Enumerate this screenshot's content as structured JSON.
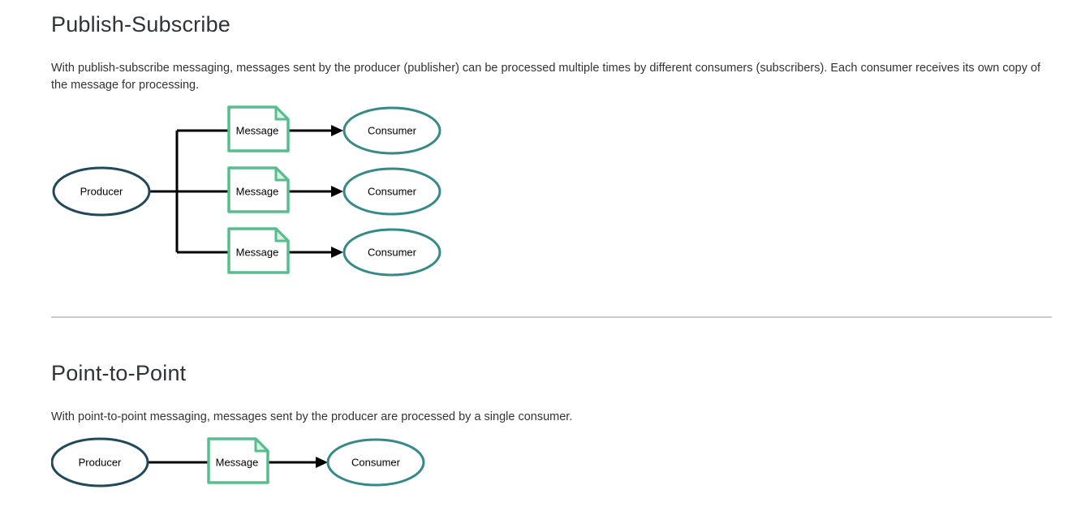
{
  "sections": [
    {
      "id": "publish-subscribe",
      "heading": "Publish-Subscribe",
      "paragraph": "With publish-subscribe messaging, messages sent by the producer (publisher) can be processed multiple times by different consumers (subscribers). Each consumer receives its own copy of the message for processing.",
      "diagram": {
        "producer_label": "Producer",
        "message_labels": [
          "Message",
          "Message",
          "Message"
        ],
        "consumer_labels": [
          "Consumer",
          "Consumer",
          "Consumer"
        ]
      }
    },
    {
      "id": "point-to-point",
      "heading": "Point-to-Point",
      "paragraph": "With point-to-point messaging, messages sent by the producer are processed by a single consumer.",
      "diagram": {
        "producer_label": "Producer",
        "message_labels": [
          "Message"
        ],
        "consumer_labels": [
          "Consumer"
        ]
      }
    }
  ],
  "colors": {
    "producer_stroke": "#21495c",
    "message_stroke": "#56bd8d",
    "message_fold_fill": "#d9f2e5",
    "consumer_stroke": "#35898b",
    "connector": "#000000",
    "divider": "#cccccc",
    "heading_text": "#2f3337",
    "body_text": "#333333",
    "page_bg": "#ffffff"
  }
}
